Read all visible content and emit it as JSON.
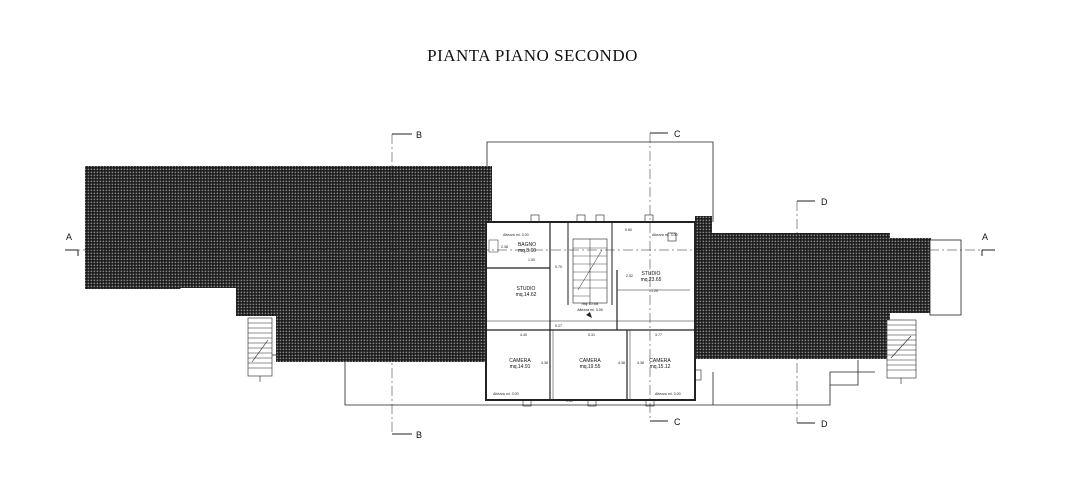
{
  "title": "PIANTA PIANO SECONDO",
  "sections": {
    "a": "A",
    "b": "B",
    "c": "C",
    "d": "D"
  },
  "rooms": [
    {
      "name": "BAGNO",
      "area": "mq.8.60"
    },
    {
      "name": "STUDIO",
      "area": "mq.14.62"
    },
    {
      "name": "STUDIO",
      "area": "mq.23.65"
    },
    {
      "name": "CAMERA",
      "area": "mq.14.91"
    },
    {
      "name": "CAMERA",
      "area": "mq.19.55"
    },
    {
      "name": "CAMERA",
      "area": "mq.15.12"
    }
  ],
  "hall": {
    "area": "mq.10.08",
    "height": "Altezza ml. 3.00"
  },
  "heights": {
    "bagno": "Altezza ml. 3.00",
    "studio_right": "Altezza ml. 3.00",
    "camera_left": "Altezza ml. 3.00",
    "camera_right": "Altezza ml. 3.00"
  },
  "dims": [
    "2.38",
    "1.50",
    "4.40",
    "5.31",
    "3.77",
    "2.52",
    "0.60",
    "4.38",
    "4.38",
    "4.38",
    "1.20",
    "0.70",
    "0.27",
    "0.60"
  ],
  "colors": {
    "line": "#222222",
    "roof_bg": "#111111",
    "roof_grid": "#9a9a9a"
  }
}
